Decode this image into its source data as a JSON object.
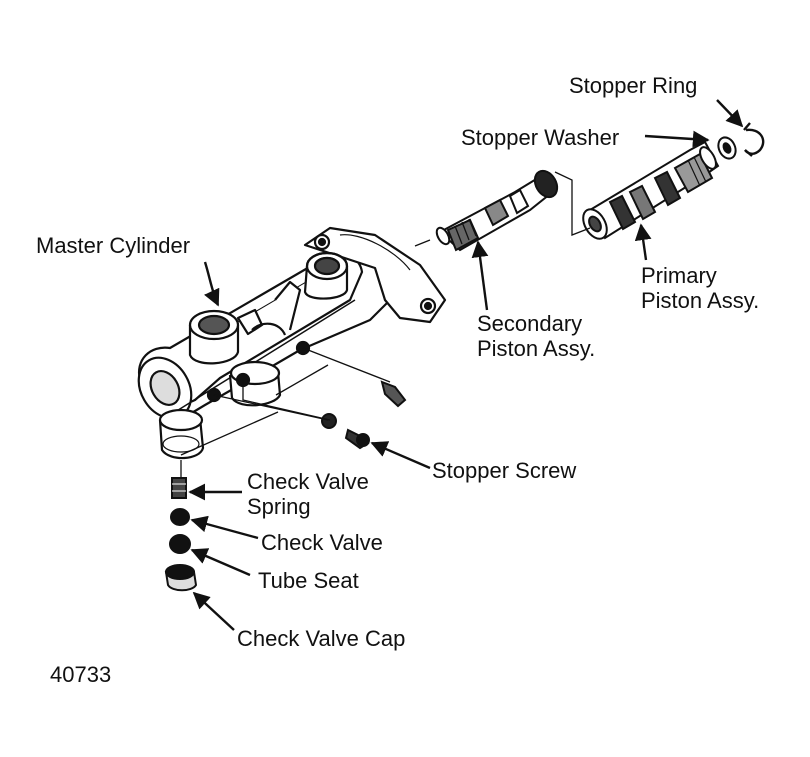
{
  "figure_id": "40733",
  "labels": {
    "stopper_ring": "Stopper Ring",
    "stopper_washer": "Stopper Washer",
    "master_cylinder": "Master Cylinder",
    "primary_piston_line1": "Primary",
    "primary_piston_line2": "Piston Assy.",
    "secondary_piston_line1": "Secondary",
    "secondary_piston_line2": "Piston Assy.",
    "stopper_screw": "Stopper Screw",
    "check_valve_spring_line1": "Check Valve",
    "check_valve_spring_line2": "Spring",
    "check_valve": "Check Valve",
    "tube_seat": "Tube Seat",
    "check_valve_cap": "Check Valve Cap"
  },
  "colors": {
    "ink": "#111111",
    "paper": "#ffffff",
    "shade": "#bdbdbd"
  }
}
